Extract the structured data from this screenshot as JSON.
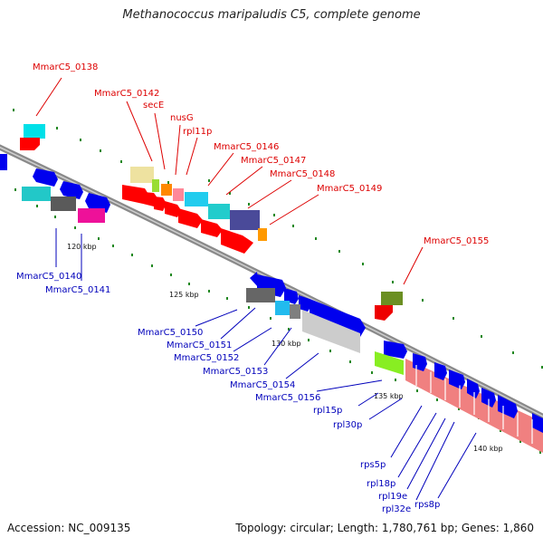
{
  "title": "Methanococcus maripaludis C5, complete genome",
  "footer": {
    "accession": "Accession: NC_009135",
    "summary": "Topology: circular; Length: 1,780,761 bp; Genes: 1,860"
  },
  "colors": {
    "forward_label": "#dd0000",
    "reverse_label": "#0000bb",
    "backbone": "#7a7a7a",
    "tick": "#228822",
    "red_arrow": "#ee0000",
    "blue_arrow": "#0000ee"
  },
  "scale_labels": [
    "120 kbp",
    "125 kbp",
    "130 kbp",
    "135 kbp",
    "140 kbp"
  ],
  "top_labels": [
    "MmarC5_0138",
    "MmarC5_0142",
    "secE",
    "nusG",
    "rpl11p",
    "MmarC5_0146",
    "MmarC5_0147",
    "MmarC5_0148",
    "MmarC5_0149",
    "MmarC5_0155"
  ],
  "bottom_labels": [
    "MmarC5_0140",
    "MmarC5_0141",
    "MmarC5_0150",
    "MmarC5_0151",
    "MmarC5_0152",
    "MmarC5_0153",
    "MmarC5_0154",
    "MmarC5_0156",
    "rpl15p",
    "rpl30p",
    "rps5p",
    "rpl18p",
    "rpl19e",
    "rpl32e",
    "rps8p"
  ]
}
